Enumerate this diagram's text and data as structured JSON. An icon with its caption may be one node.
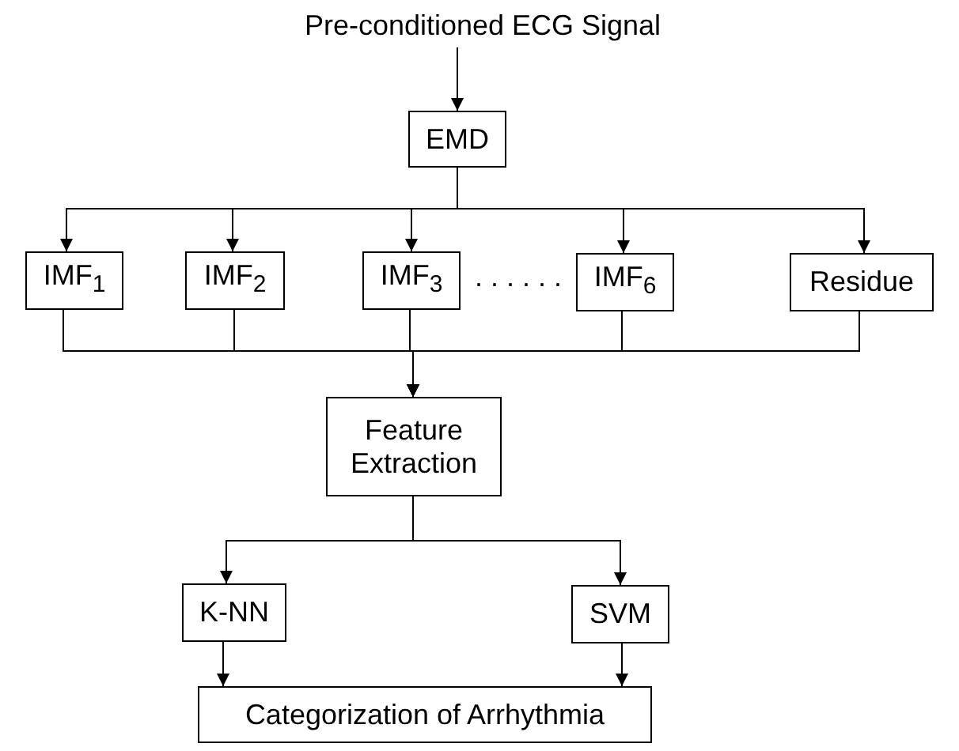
{
  "diagram": {
    "nodes": [
      {
        "text": [
          "Pre-conditioned ECG Signal"
        ]
      },
      {
        "text": [
          "EMD"
        ]
      },
      {
        "text": [
          "IMF$_{1}$"
        ]
      },
      {
        "text": [
          "IMF$_{2}$"
        ]
      },
      {
        "text": [
          "IMF$_{3}$"
        ]
      },
      {
        "text": [
          "IMF$_{6}$"
        ]
      },
      {
        "text": [
          "Residue"
        ]
      },
      {
        "text": [
          "Feature Extraction"
        ]
      },
      {
        "text": [
          "K-NN"
        ]
      },
      {
        "text": [
          "SVM"
        ]
      },
      {
        "text": [
          "Categorization of Arrhythmia"
        ]
      }
    ],
    "edges": [
      {
        "from": 0,
        "to": 1,
        "arrow": "to"
      },
      {
        "from": 1,
        "to": 2,
        "arrow": "to"
      },
      {
        "from": 1,
        "to": 3,
        "arrow": "to"
      },
      {
        "from": 1,
        "to": 4,
        "arrow": "to"
      },
      {
        "from": 1,
        "to": 5,
        "arrow": "to"
      },
      {
        "from": 1,
        "to": 6,
        "arrow": "to"
      },
      {
        "from": 2,
        "to": 7,
        "arrow": "to"
      },
      {
        "from": 3,
        "to": 7,
        "arrow": "to"
      },
      {
        "from": 4,
        "to": 7,
        "arrow": "to"
      },
      {
        "from": 5,
        "to": 7,
        "arrow": "to"
      },
      {
        "from": 6,
        "to": 7,
        "arrow": "to"
      },
      {
        "from": 7,
        "to": 8,
        "arrow": "to"
      },
      {
        "from": 7,
        "to": 9,
        "arrow": "to"
      },
      {
        "from": 8,
        "to": 10,
        "arrow": "to"
      },
      {
        "from": 9,
        "to": 10,
        "arrow": "to"
      }
    ],
    "labels": [
      ". . . . . ."
    ]
  }
}
